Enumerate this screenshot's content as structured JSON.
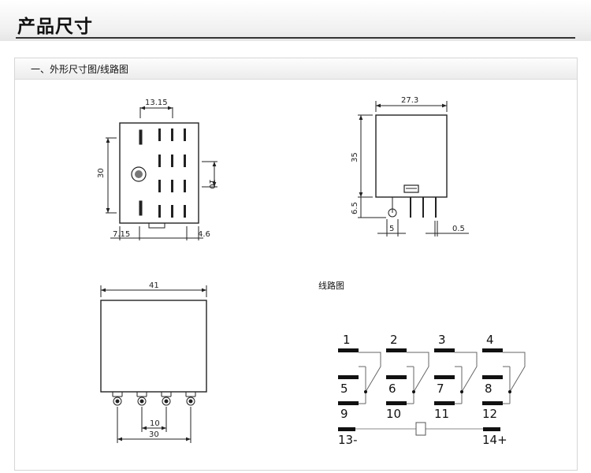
{
  "header": {
    "title": "产品尺寸"
  },
  "section": {
    "title": "一、外形尺寸图/线路图"
  },
  "views": {
    "bottom": {
      "width": "13.15",
      "height": "30",
      "pitch": "10",
      "left_offset": "7.15",
      "right_offset": "4.6"
    },
    "side": {
      "width": "27.3",
      "height": "35",
      "pin_length": "6.5",
      "pin_pitch": "5",
      "pin_thickness": "0.5"
    },
    "front": {
      "width": "41",
      "pin_pitch": "10",
      "pin_span": "30"
    }
  },
  "circuit": {
    "title": "线路图",
    "pins": [
      "1",
      "2",
      "3",
      "4",
      "5",
      "6",
      "7",
      "8",
      "9",
      "10",
      "11",
      "12"
    ],
    "coil_minus": "13-",
    "coil_plus": "14+"
  }
}
